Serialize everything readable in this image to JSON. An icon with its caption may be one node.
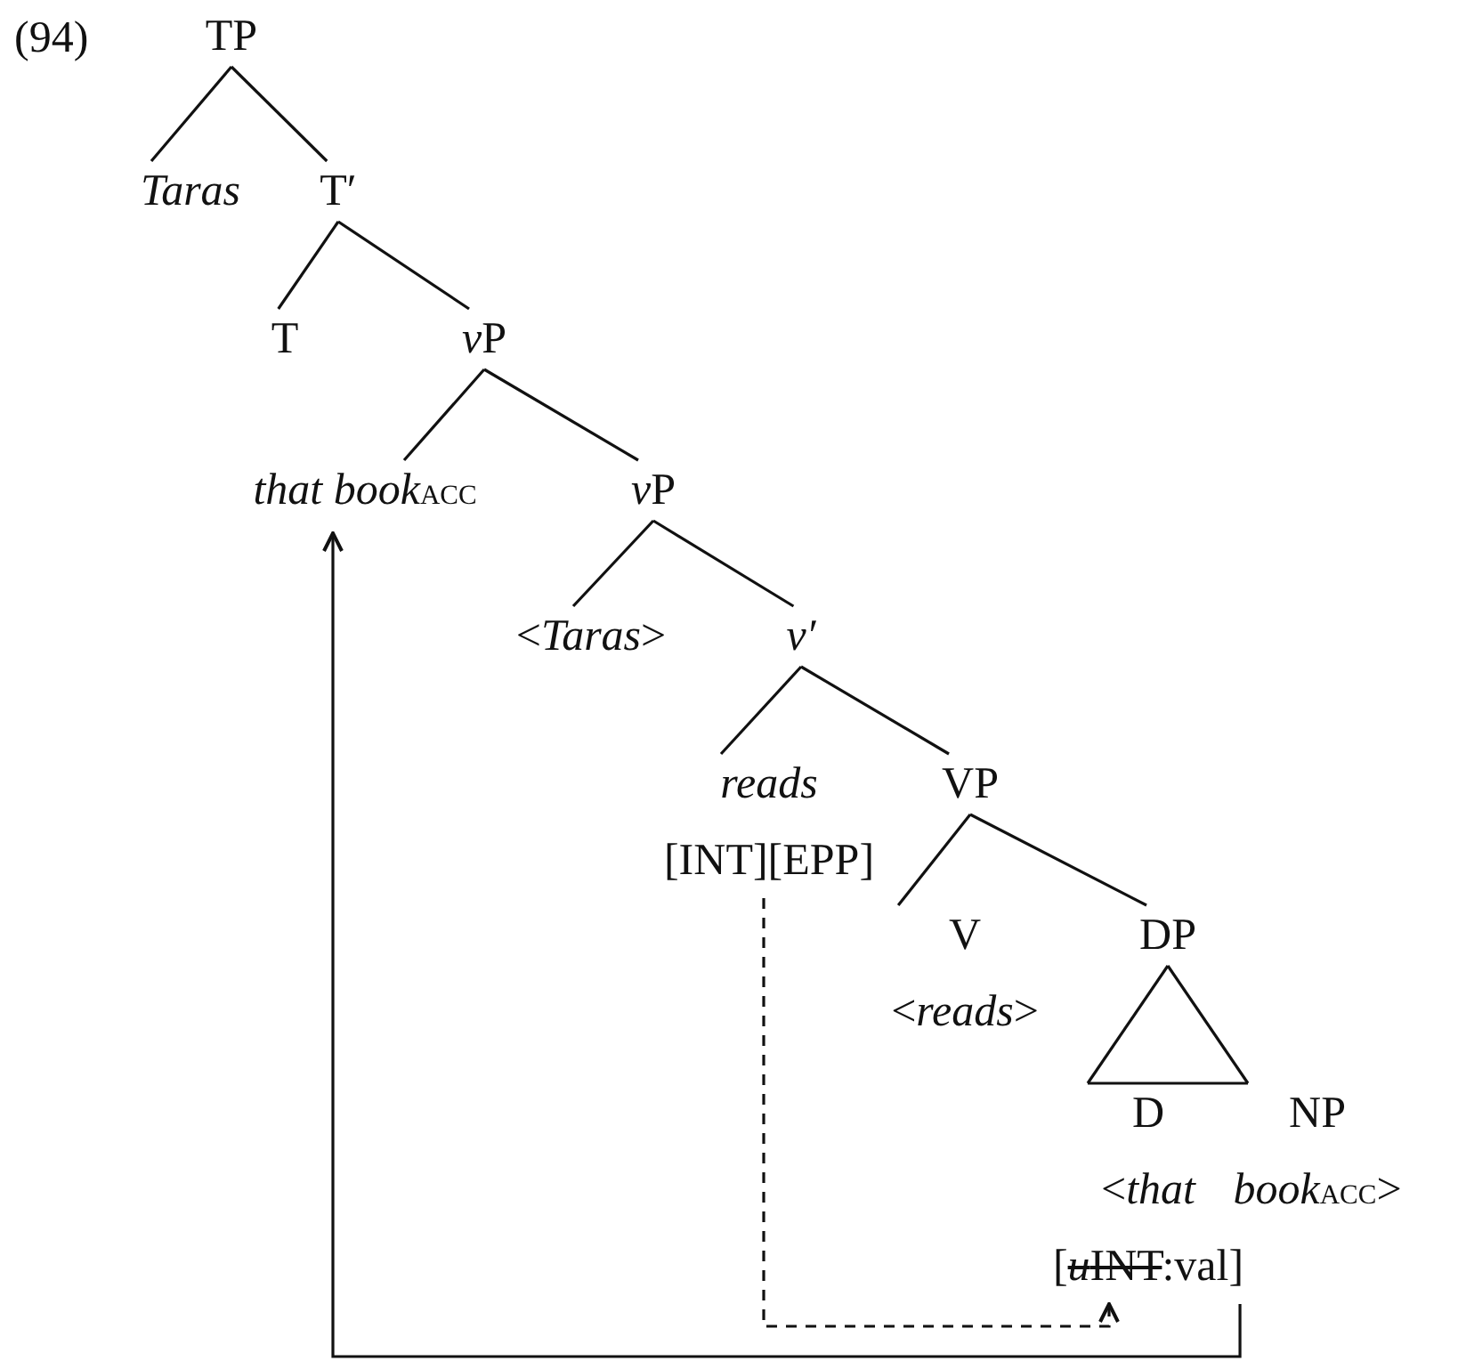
{
  "diagram": {
    "nodes": [
      {
        "text": [
          "TP"
        ]
      },
      {
        "text": [
          "Taras"
        ]
      },
      {
        "text": [
          "T′"
        ]
      },
      {
        "text": [
          "T"
        ]
      },
      {
        "text": [
          "vP"
        ]
      },
      {
        "text": [
          "*that book*$_{ACC}$"
        ]
      },
      {
        "text": [
          "vP"
        ]
      },
      {
        "text": [
          "<*Taras*>"
        ]
      },
      {
        "text": [
          "v′"
        ]
      },
      {
        "text": [
          "reads",
          "[INT][EPP]"
        ]
      },
      {
        "text": [
          "VP"
        ]
      },
      {
        "text": [
          "V",
          "<*reads*>"
        ]
      },
      {
        "text": [
          "DP"
        ]
      },
      {
        "text": [
          "D",
          "<*that*",
          "[uINT:val]"
        ]
      },
      {
        "text": [
          "NP",
          "*book*$_{ACC}$>"
        ]
      }
    ],
    "edges": [
      {
        "from": 0,
        "to": 1,
        "arrow": "none"
      },
      {
        "from": 0,
        "to": 2,
        "arrow": "none"
      },
      {
        "from": 2,
        "to": 3,
        "arrow": "none"
      },
      {
        "from": 2,
        "to": 4,
        "arrow": "none"
      },
      {
        "from": 4,
        "to": 5,
        "arrow": "none"
      },
      {
        "from": 4,
        "to": 6,
        "arrow": "none"
      },
      {
        "from": 6,
        "to": 7,
        "arrow": "none"
      },
      {
        "from": 6,
        "to": 8,
        "arrow": "none"
      },
      {
        "from": 8,
        "to": 9,
        "arrow": "none"
      },
      {
        "from": 8,
        "to": 10,
        "arrow": "none"
      },
      {
        "from": 10,
        "to": 11,
        "arrow": "none"
      },
      {
        "from": 10,
        "to": 12,
        "arrow": "none"
      },
      {
        "from": 12,
        "to": 13,
        "arrow": "none"
      },
      {
        "from": 12,
        "to": 14,
        "arrow": "none"
      },
      {
        "from": 13,
        "to": 5,
        "arrow": "to"
      },
      {
        "from": 9,
        "to": 13,
        "arrow": "to",
        "style": "dashed"
      }
    ],
    "labels": [
      "(94)"
    ]
  }
}
